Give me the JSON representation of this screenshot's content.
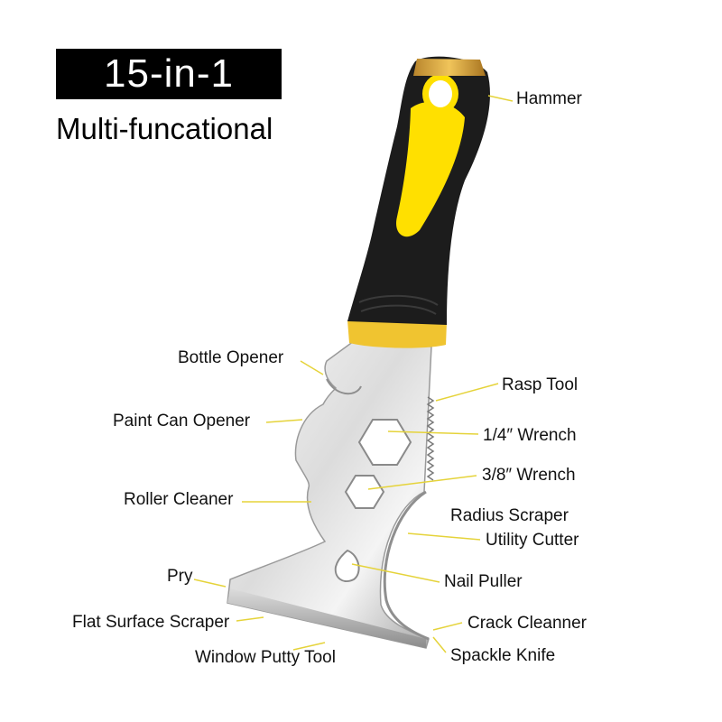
{
  "header": {
    "title": "15-in-1",
    "subtitle": "Multi-funcational"
  },
  "colors": {
    "handle_black": "#1a1a1a",
    "handle_yellow": "#ffe000",
    "ferrule_gold": "#d8a640",
    "steel_light": "#eeeeee",
    "steel_dark": "#9a9a9a",
    "leader_line": "#e5d33a"
  },
  "labels": {
    "hammer": "Hammer",
    "bottle_opener": "Bottle Opener",
    "rasp_tool": "Rasp Tool",
    "paint_can_opener": "Paint Can Opener",
    "wrench_quarter": "1/4″ Wrench",
    "wrench_three_eighths": "3/8″ Wrench",
    "roller_cleaner": "Roller Cleaner",
    "radius_scraper": "Radius Scraper",
    "utility_cutter": "Utility Cutter",
    "pry": "Pry",
    "nail_puller": "Nail Puller",
    "flat_surface_scraper": "Flat Surface Scraper",
    "crack_cleanner": "Crack Cleanner",
    "window_putty_tool": "Window Putty Tool",
    "spackle_knife": "Spackle Knife"
  }
}
